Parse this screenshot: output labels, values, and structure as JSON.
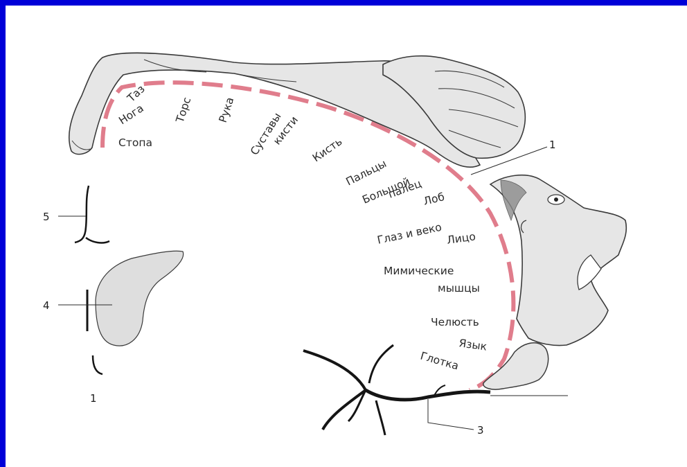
{
  "colors": {
    "border": "#0000d8",
    "background": "#ffffff",
    "dash_band": "#e07d8c",
    "drawing_fill": "#e6e6e6",
    "outline": "#3a3a3a",
    "nerve": "#151515"
  },
  "icons": [
    "human-body-drawing",
    "hand-drawing",
    "face-drawing",
    "tongue-drawing"
  ],
  "body_labels": {
    "taz": "Таз",
    "noga": "Нога",
    "stopa": "Стопа",
    "tors": "Торс",
    "ruka": "Рука",
    "sustavy": "Суставы",
    "kisti": "кисти",
    "kist": "Кисть",
    "paltsy": "Пальцы",
    "bolshoi": "Большой",
    "palets": "палец",
    "lob": "Лоб",
    "glaz_veko": "Глаз и веко",
    "litso": "Лицо",
    "mimicheskie": "Мимические",
    "myshtsy": "мышцы",
    "chelyust": "Челюсть",
    "yazyk": "Язык",
    "glotka": "Глотка"
  },
  "callouts": {
    "n1": "1",
    "n3": "3",
    "n4": "4",
    "n5": "5"
  },
  "stray_mark": "1"
}
